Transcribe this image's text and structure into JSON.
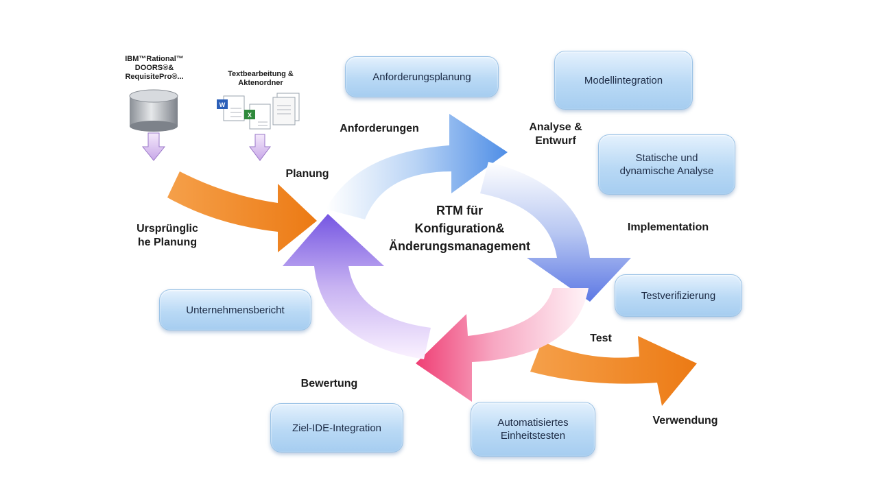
{
  "center": {
    "line1": "RTM für",
    "line2": "Konfiguration&",
    "line3": "Änderungsmanagement"
  },
  "cycle_labels": {
    "anforderungen": "Anforderungen",
    "analyse_line1": "Analyse &",
    "analyse_line2": "Entwurf",
    "planung": "Planung",
    "implementation": "Implementation",
    "test": "Test",
    "bewertung": "Bewertung"
  },
  "side_labels": {
    "urspruenglich_line1": "Ursprünglic",
    "urspruenglich_line2": "he Planung",
    "verwendung": "Verwendung"
  },
  "boxes": {
    "anforderungsplanung": "Anforderungsplanung",
    "modellintegration": "Modellintegration",
    "statische_line1": "Statische und",
    "statische_line2": "dynamische Analyse",
    "testverifizierung": "Testverifizierung",
    "unternehmensbericht": "Unternehmensbericht",
    "ziel_ide": "Ziel-IDE-Integration",
    "automatisiertes_line1": "Automatisiertes",
    "automatisiertes_line2": "Einheitstesten"
  },
  "sources": {
    "ibm_line1": "IBM™Rational™",
    "ibm_line2": "DOORS®&",
    "ibm_line3": "RequisitePro®...",
    "text_line1": "Textbearbeitung &",
    "text_line2": "Aktenordner"
  },
  "colors": {
    "box_fill": "#b9d9f5",
    "orange_arrow": "#f08a24",
    "blue_arrow": "#5b8fe0",
    "purple_arrow": "#7a5fe0",
    "pink_arrow": "#f0487a"
  },
  "icons": [
    "database-icon",
    "word-document-icon",
    "excel-document-icon",
    "folder-documents-icon",
    "down-arrow-icon"
  ]
}
